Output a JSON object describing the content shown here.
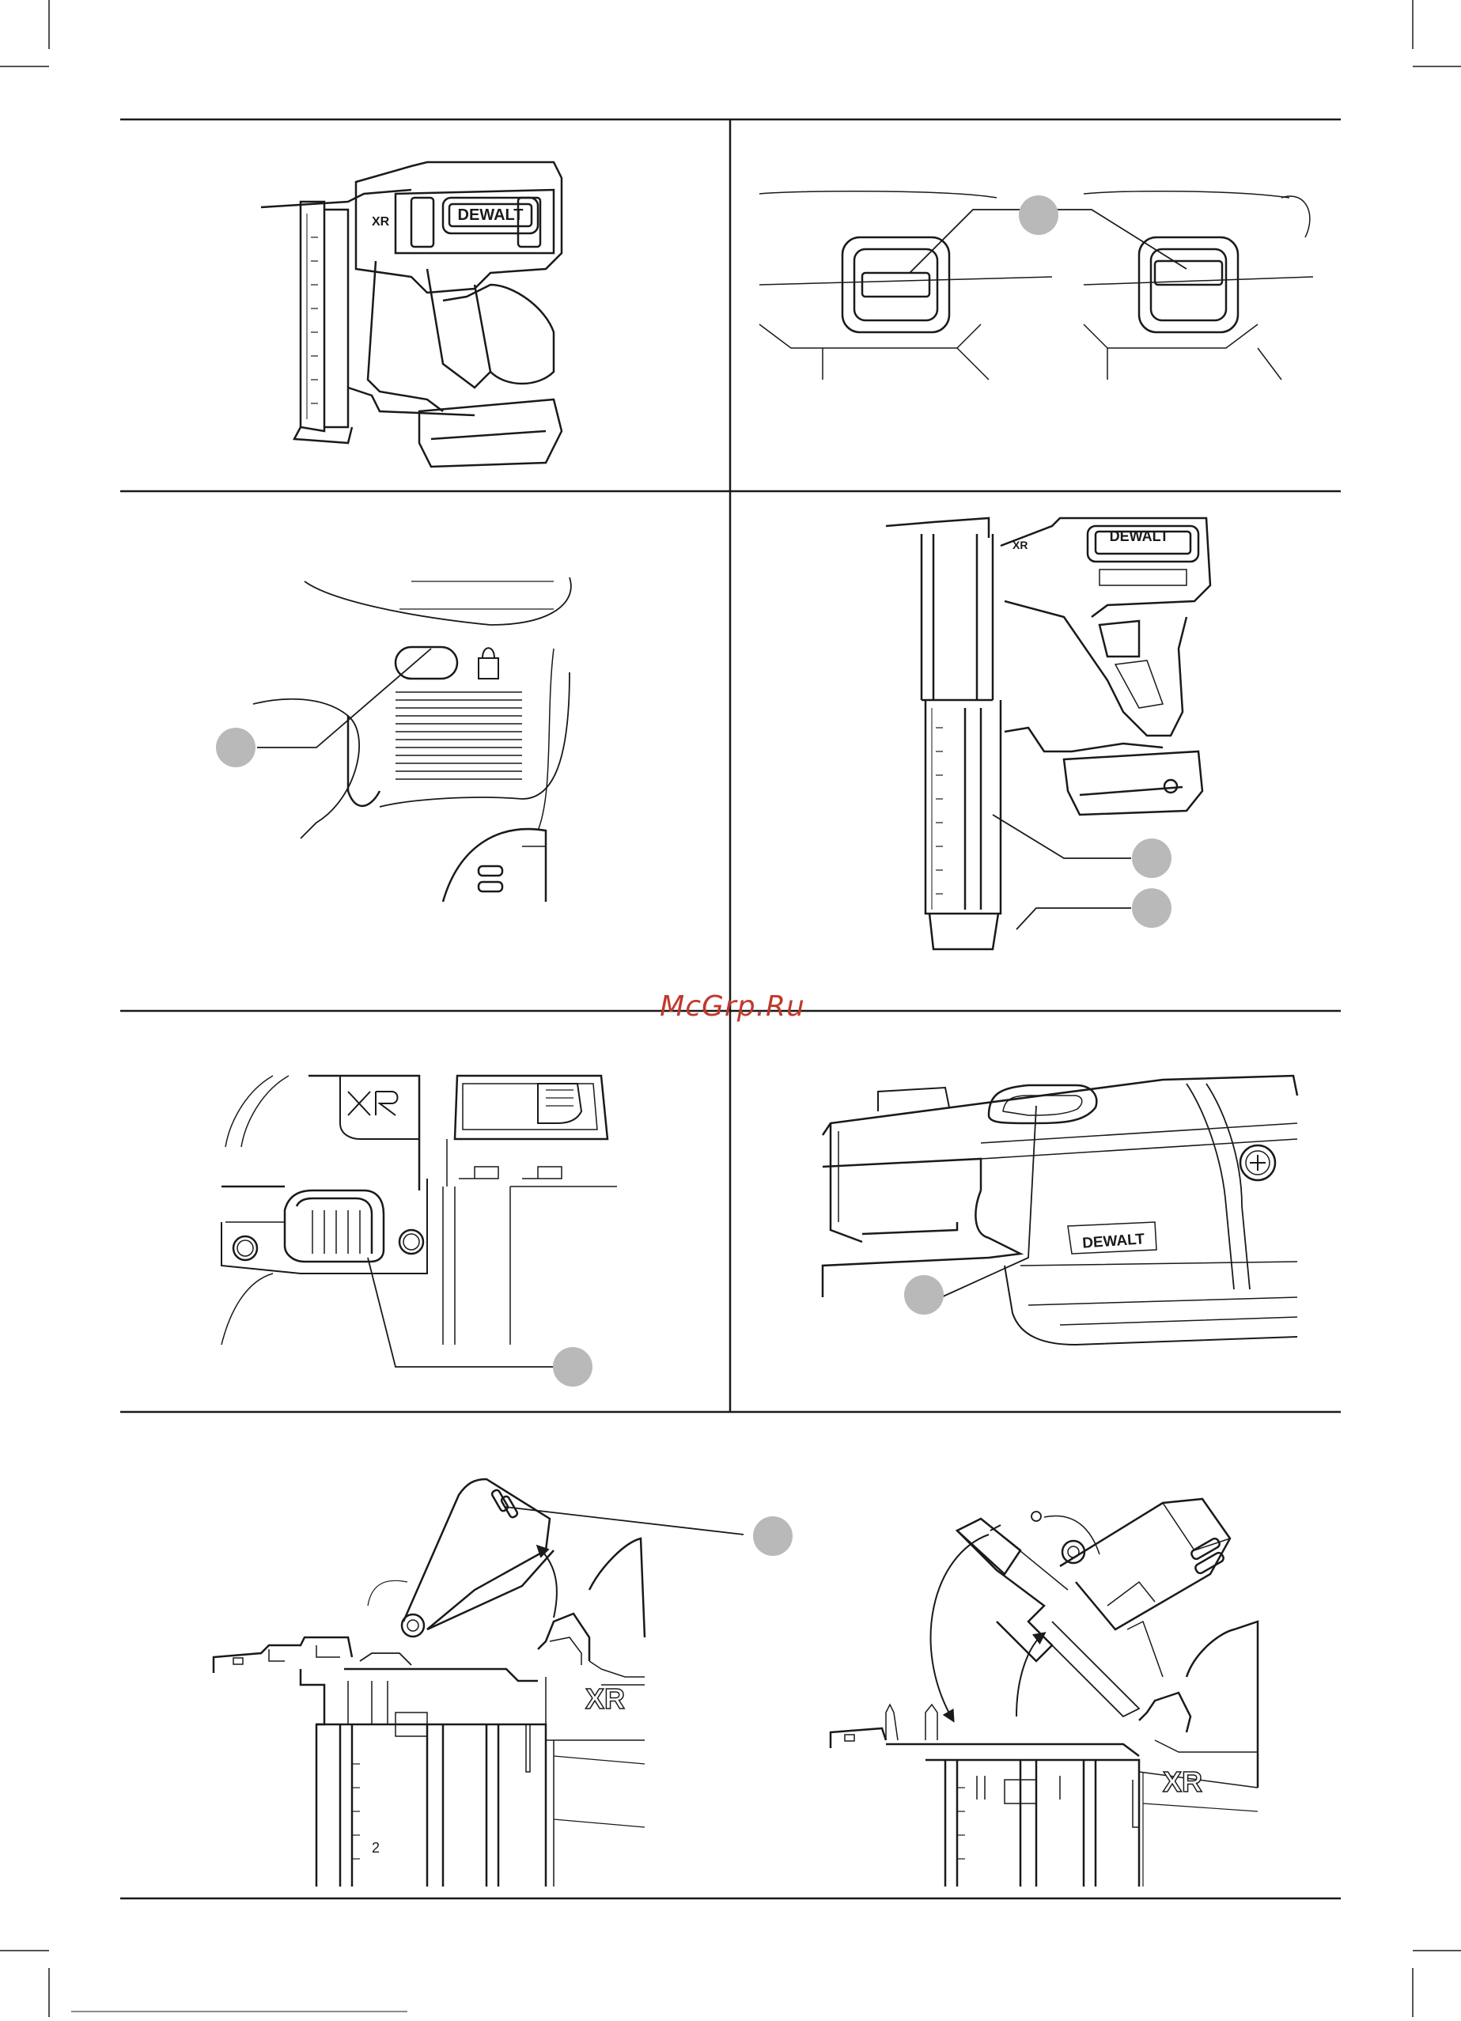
{
  "page": {
    "watermark": "McGrp.Ru",
    "colors": {
      "line": "#1a1a1a",
      "callout": "#b9b9b9",
      "watermark": "#c0392b"
    }
  },
  "figures": [
    {
      "id": "fig-nailer-grip",
      "label_texts": [
        "DEWALT",
        "XR"
      ]
    },
    {
      "id": "fig-lights",
      "callouts": 1
    },
    {
      "id": "fig-lock-button",
      "callouts": 1
    },
    {
      "id": "fig-magazine",
      "label_texts": [
        "DEWALT",
        "XR"
      ],
      "callouts": 2
    },
    {
      "id": "fig-depth-wheel",
      "label_texts": [
        "XR"
      ],
      "callouts": 1
    },
    {
      "id": "fig-battery-release",
      "label_texts": [
        "DEWALT"
      ],
      "callouts": 1
    },
    {
      "id": "fig-jam-latch-open",
      "label_texts": [
        "XR",
        "2"
      ],
      "callouts": 1
    },
    {
      "id": "fig-jam-latch-rotate",
      "label_texts": [
        "XR"
      ]
    }
  ]
}
